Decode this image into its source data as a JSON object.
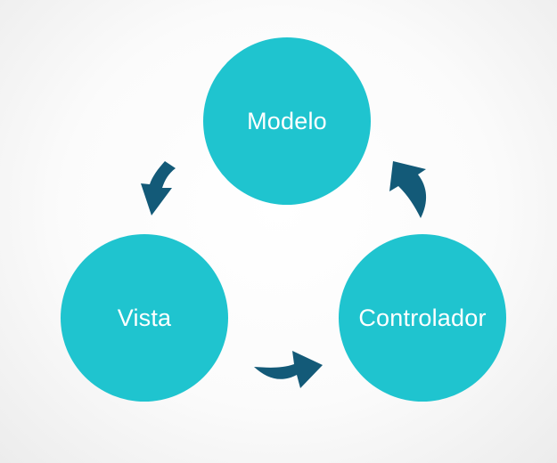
{
  "diagram": {
    "nodes": {
      "model": {
        "label": "Modelo"
      },
      "view": {
        "label": "Vista"
      },
      "controller": {
        "label": "Controlador"
      }
    },
    "edges": [
      {
        "from": "model",
        "to": "view"
      },
      {
        "from": "view",
        "to": "controller"
      },
      {
        "from": "controller",
        "to": "model"
      }
    ]
  },
  "colors": {
    "node_fill": "#1fc4cf",
    "node_text": "#ffffff",
    "arrow": "#135a78"
  }
}
